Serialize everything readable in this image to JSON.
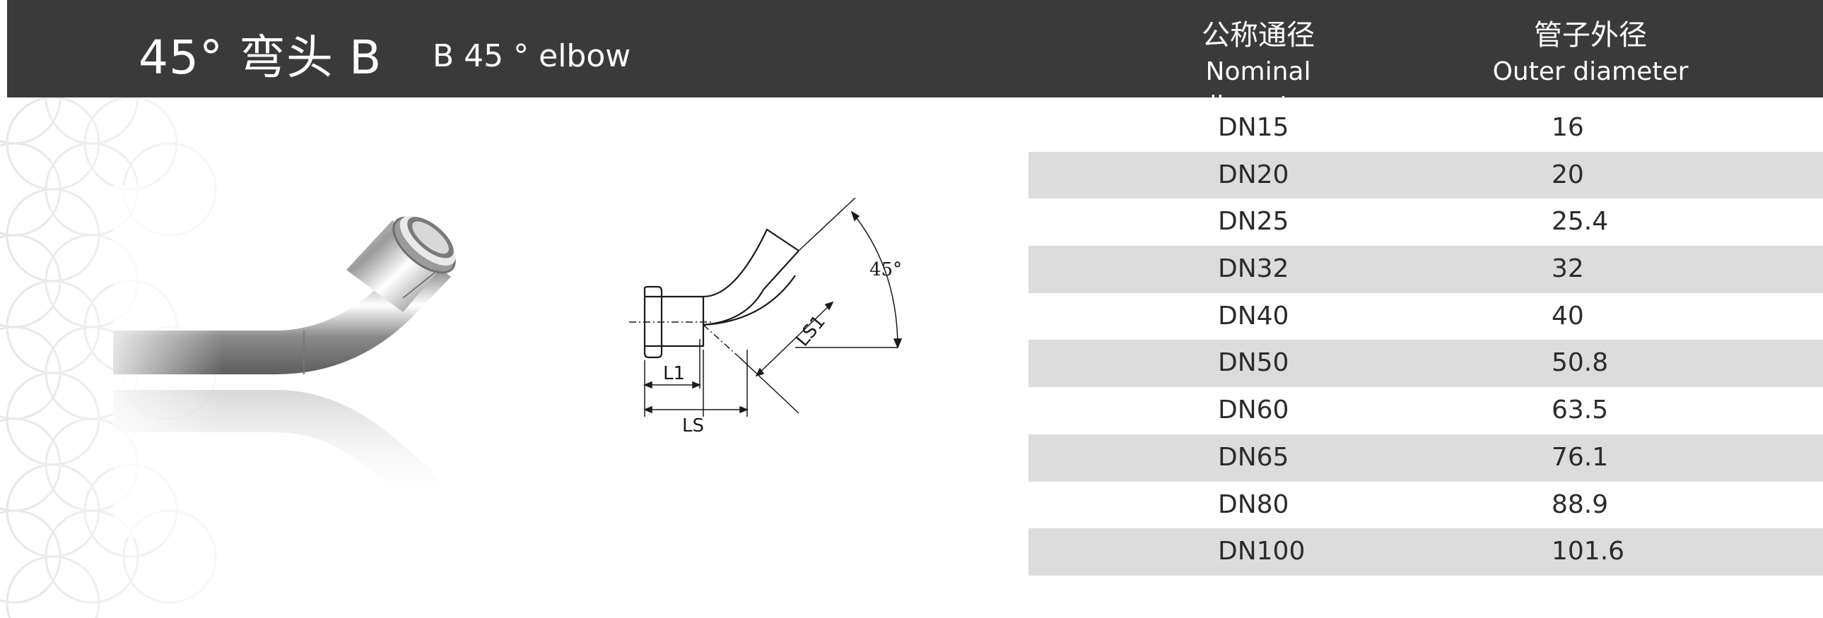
{
  "header": {
    "title_cn": "45° 弯头 B",
    "title_en": "B 45 °   elbow",
    "columns": [
      {
        "cn": "公称通径",
        "en": "Nominal diameter"
      },
      {
        "cn": "管子外径",
        "en": "Outer diameter"
      }
    ]
  },
  "drawing": {
    "label_l1": "L1",
    "label_ls": "LS",
    "label_ls1": "LS1",
    "label_angle": "45°"
  },
  "table": {
    "rows": [
      {
        "dn": "DN15",
        "od": "16"
      },
      {
        "dn": "DN20",
        "od": "20"
      },
      {
        "dn": "DN25",
        "od": "25.4"
      },
      {
        "dn": "DN32",
        "od": "32"
      },
      {
        "dn": "DN40",
        "od": "40"
      },
      {
        "dn": "DN50",
        "od": "50.8"
      },
      {
        "dn": "DN60",
        "od": "63.5"
      },
      {
        "dn": "DN65",
        "od": "76.1"
      },
      {
        "dn": "DN80",
        "od": "88.9"
      },
      {
        "dn": "DN100",
        "od": "101.6"
      }
    ]
  }
}
